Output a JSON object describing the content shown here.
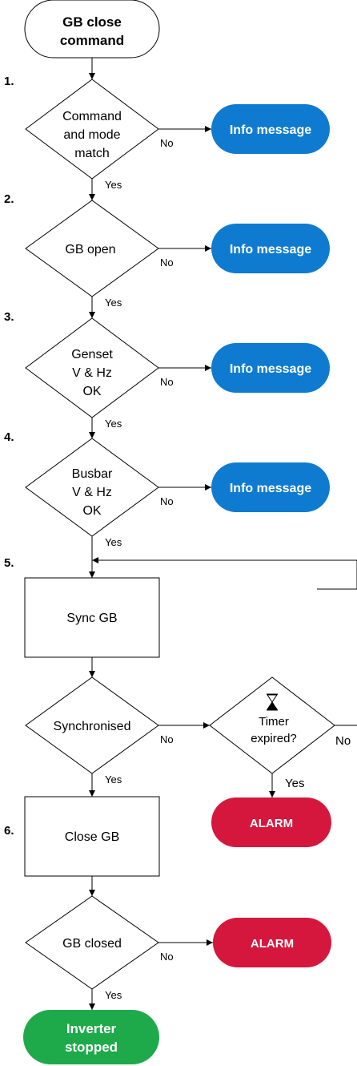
{
  "start": {
    "line1": "GB close",
    "line2": "command"
  },
  "steps": {
    "s1": "1.",
    "s2": "2.",
    "s3": "3.",
    "s4": "4.",
    "s5": "5.",
    "s6": "6."
  },
  "decisions": {
    "command_mode": {
      "line1": "Command",
      "line2": "and mode",
      "line3": "match"
    },
    "gb_open": {
      "line1": "GB open"
    },
    "genset": {
      "line1": "Genset",
      "line2": "V & Hz",
      "line3": "OK"
    },
    "busbar": {
      "line1": "Busbar",
      "line2": "V & Hz",
      "line3": "OK"
    },
    "synchronised": {
      "line1": "Synchronised"
    },
    "timer": {
      "line1": "Timer",
      "line2": "expired?"
    },
    "gb_closed": {
      "line1": "GB closed"
    }
  },
  "processes": {
    "sync_gb": "Sync GB",
    "close_gb": "Close GB"
  },
  "outcomes": {
    "info_message": "Info message",
    "alarm": "ALARM",
    "end_line1": "Inverter",
    "end_line2": "stopped"
  },
  "labels": {
    "yes": "Yes",
    "no": "No"
  },
  "colors": {
    "info": "#0f7bd0",
    "alarm": "#d5173d",
    "end": "#1eaa4b"
  },
  "icons": {
    "timer": "hourglass-icon"
  }
}
